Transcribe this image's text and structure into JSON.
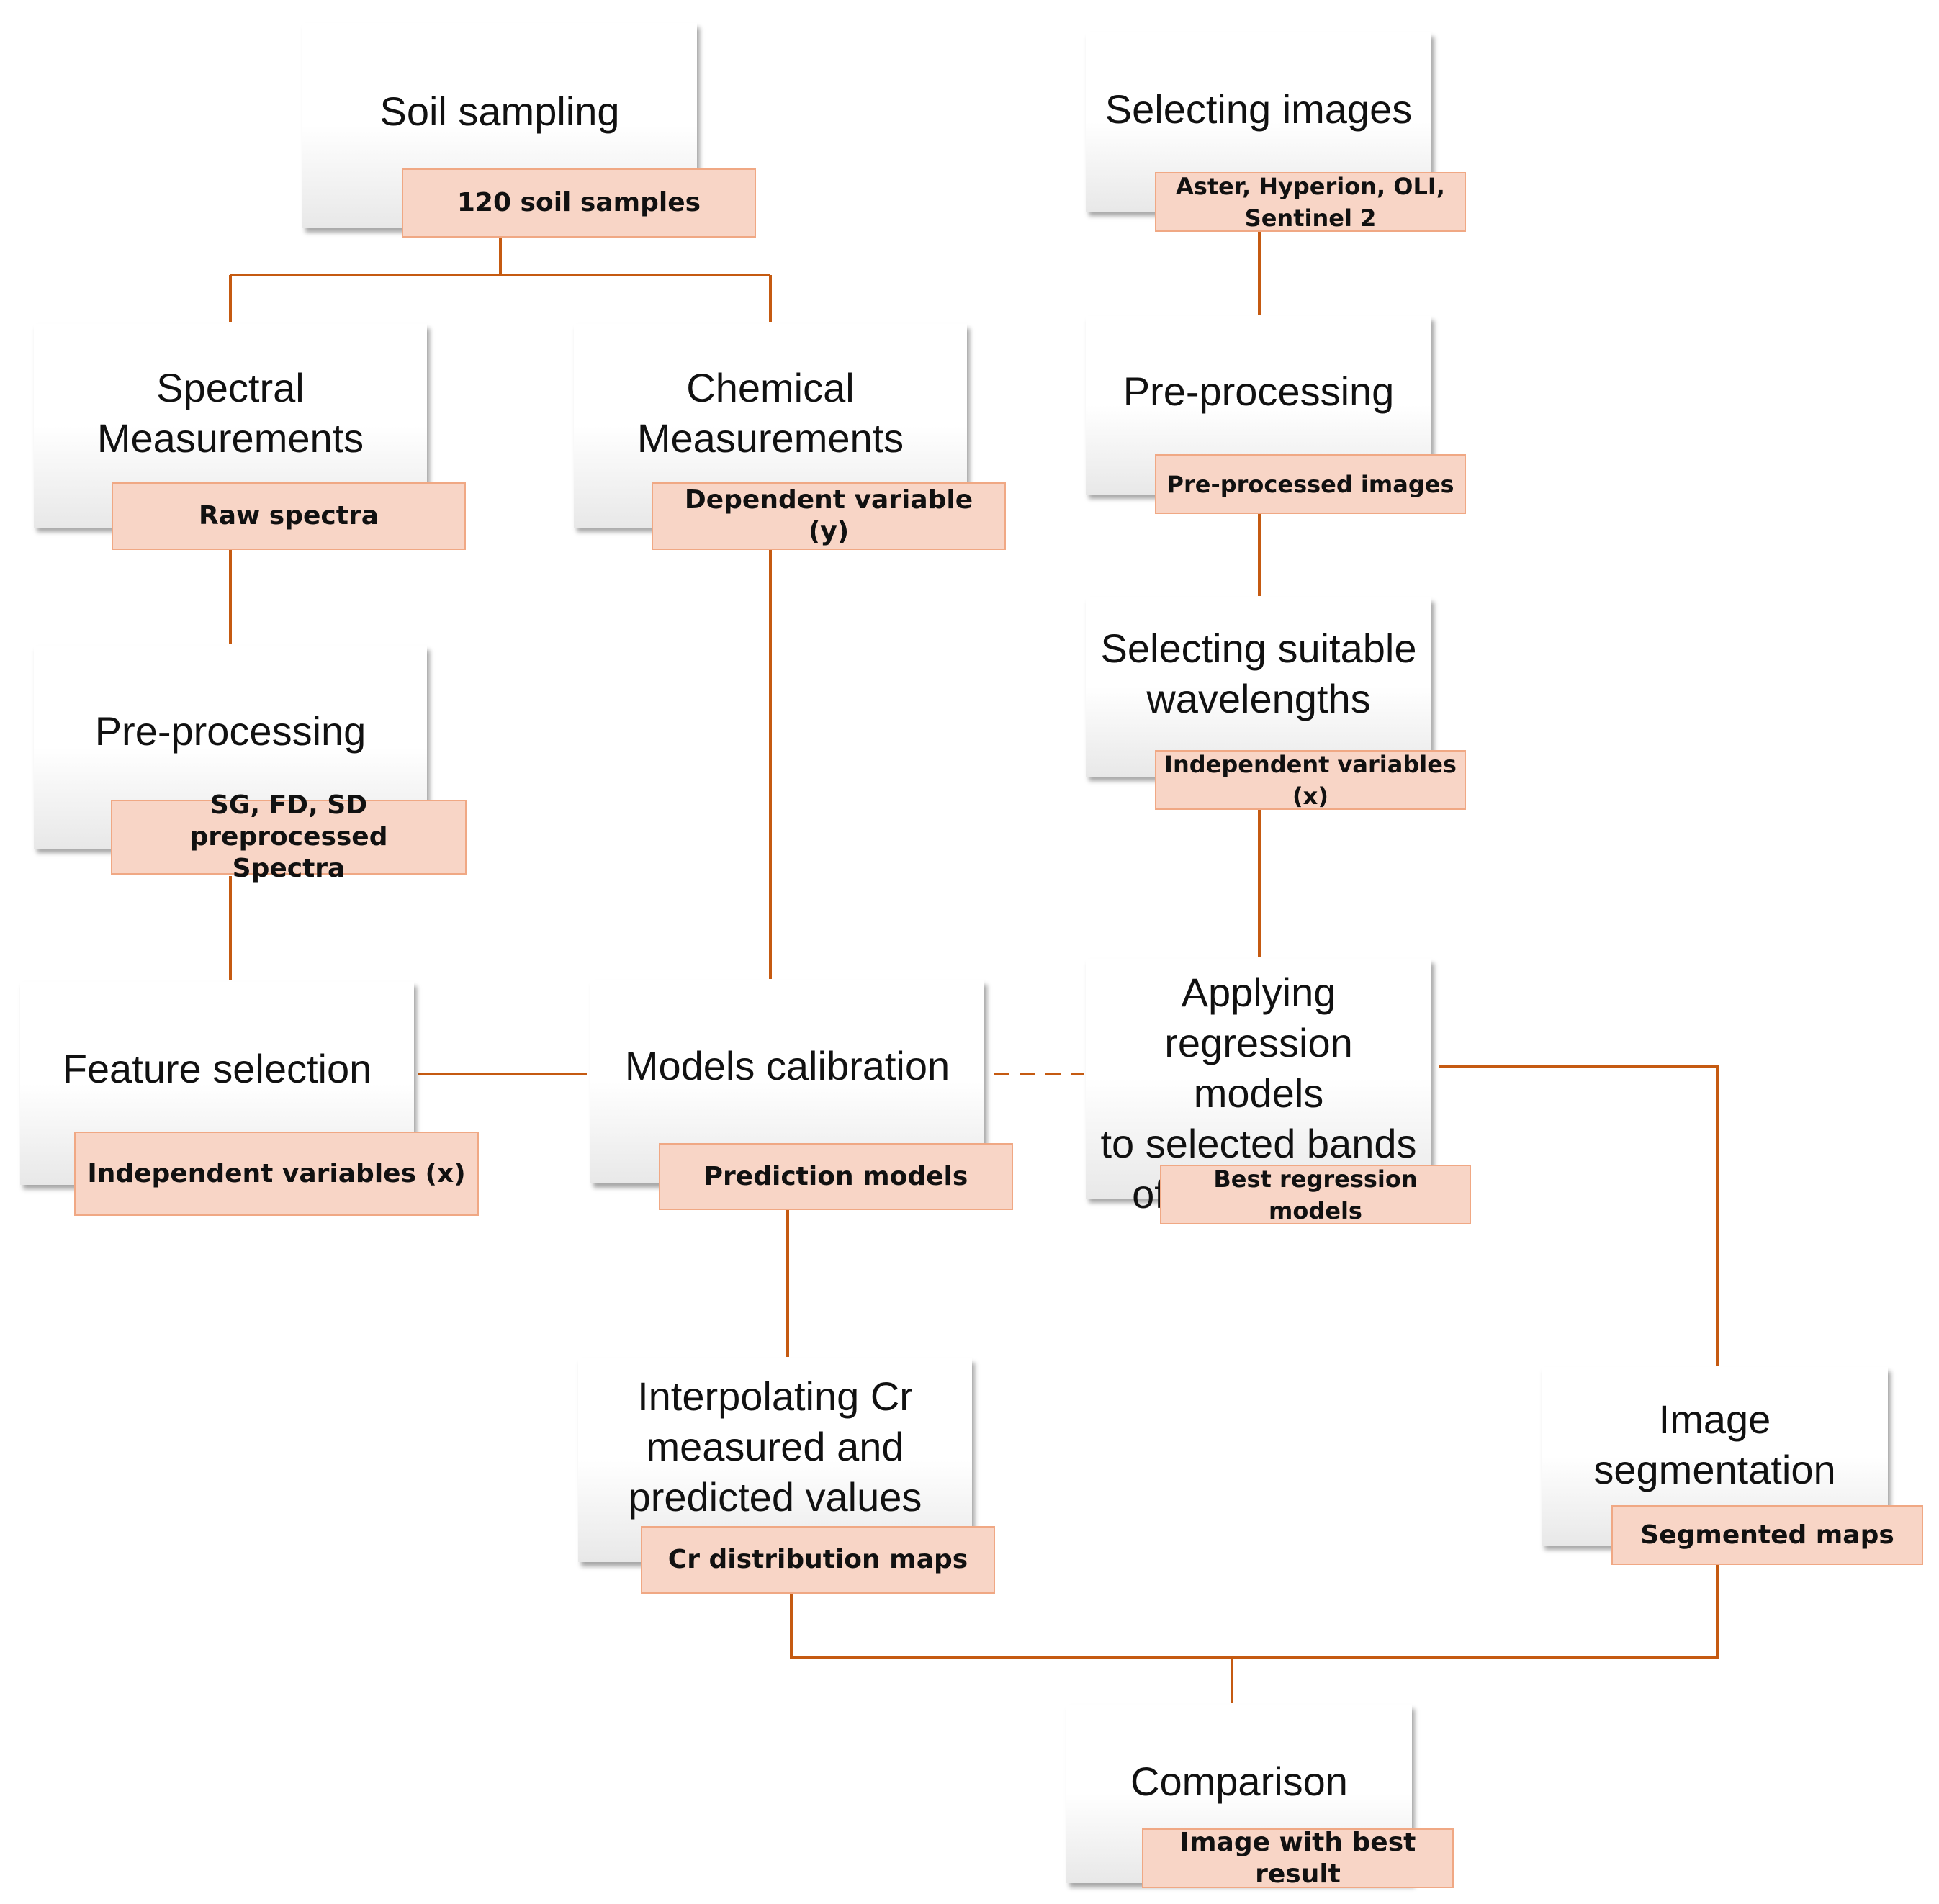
{
  "diagram": {
    "connector_color": "#c55a11",
    "tag_fill": "#f8d5c6",
    "tag_border": "#f0a884",
    "nodes": [
      {
        "id": "soil-sampling",
        "title": "Soil sampling",
        "tag": "120 soil samples"
      },
      {
        "id": "spectral-measurements",
        "title": "Spectral\nMeasurements",
        "tag": "Raw spectra"
      },
      {
        "id": "chemical-measurements",
        "title": "Chemical\nMeasurements",
        "tag": "Dependent variable (y)"
      },
      {
        "id": "pre-processing-spectra",
        "title": "Pre-processing",
        "tag": "SG, FD, SD preprocessed\nSpectra"
      },
      {
        "id": "feature-selection",
        "title": "Feature selection",
        "tag": "Independent variables (x)"
      },
      {
        "id": "models-calibration",
        "title": "Models calibration",
        "tag": "Prediction models"
      },
      {
        "id": "interpolating-cr",
        "title": "Interpolating Cr\nmeasured and\npredicted values",
        "tag": "Cr distribution maps"
      },
      {
        "id": "selecting-images",
        "title": "Selecting images",
        "tag": "Aster, Hyperion, OLI,\nSentinel 2"
      },
      {
        "id": "pre-processing-images",
        "title": "Pre-processing",
        "tag": "Pre-processed images"
      },
      {
        "id": "selecting-wavelengths",
        "title": "Selecting suitable\nwavelengths",
        "tag": "Independent variables (x)"
      },
      {
        "id": "applying-regression",
        "title": "Applying\nregression models\nto selected bands\nof each image",
        "tag": "Best regression models"
      },
      {
        "id": "image-segmentation",
        "title": "Image\nsegmentation",
        "tag": "Segmented maps"
      },
      {
        "id": "comparison",
        "title": "Comparison",
        "tag": "Image with best result"
      }
    ]
  }
}
